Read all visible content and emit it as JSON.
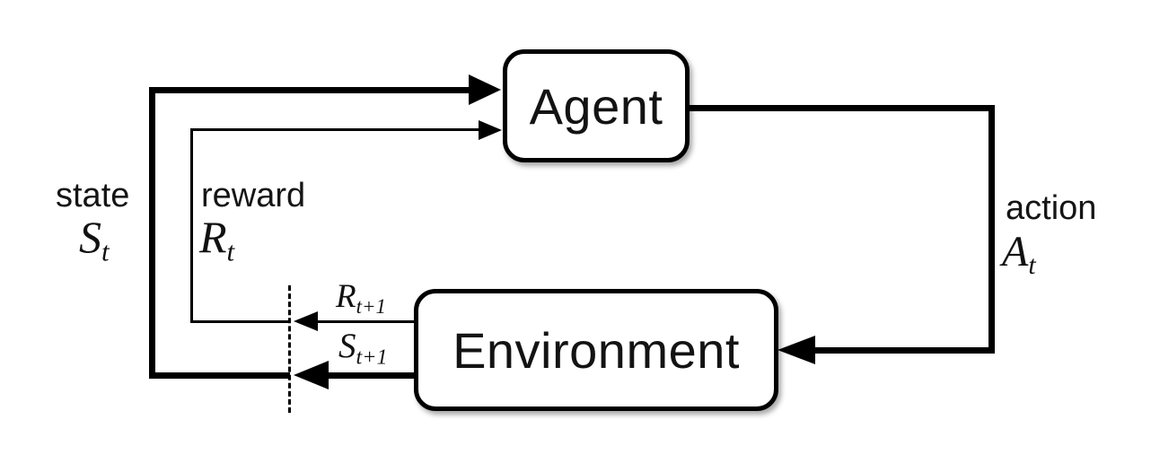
{
  "diagram": {
    "type": "flow-loop",
    "description": "Agent-environment interaction loop (reinforcement learning)",
    "nodes": {
      "agent": {
        "label": "Agent"
      },
      "environment": {
        "label": "Environment"
      }
    },
    "signals": {
      "state": {
        "word": "state",
        "symbol_base": "S",
        "symbol_sub": "t"
      },
      "reward": {
        "word": "reward",
        "symbol_base": "R",
        "symbol_sub": "t"
      },
      "action": {
        "word": "action",
        "symbol_base": "A",
        "symbol_sub": "t"
      },
      "next_reward": {
        "symbol_base": "R",
        "symbol_sub": "t+1"
      },
      "next_state": {
        "symbol_base": "S",
        "symbol_sub": "t+1"
      }
    },
    "edges": [
      {
        "from": "agent",
        "to": "environment",
        "signal": "action"
      },
      {
        "from": "environment",
        "to": "agent",
        "signal": "state"
      },
      {
        "from": "environment",
        "to": "agent",
        "signal": "reward"
      }
    ],
    "colors": {
      "ink": "#000000",
      "background": "#ffffff",
      "box_fill": "#ffffff"
    }
  }
}
